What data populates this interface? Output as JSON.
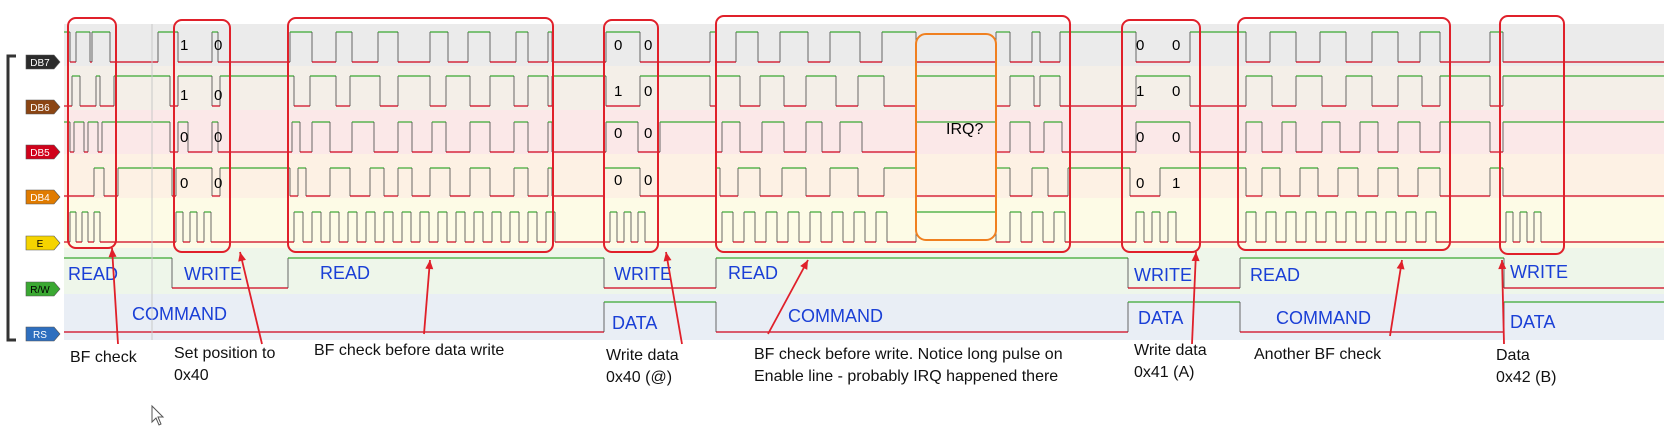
{
  "channels": [
    {
      "name": "DB7",
      "color": "#2b2b2b",
      "text_color": "#ffffff"
    },
    {
      "name": "DB6",
      "color": "#8b4513",
      "text_color": "#ffffff"
    },
    {
      "name": "DB5",
      "color": "#d0021b",
      "text_color": "#ffffff"
    },
    {
      "name": "DB4",
      "color": "#e07b00",
      "text_color": "#ffffff"
    },
    {
      "name": "E",
      "color": "#f5d400",
      "text_color": "#000000"
    },
    {
      "name": "R/W",
      "color": "#3aa832",
      "text_color": "#000000"
    },
    {
      "name": "RS",
      "color": "#2e6fbf",
      "text_color": "#ffffff"
    }
  ],
  "rw_labels": [
    "READ",
    "WRITE",
    "READ",
    "WRITE",
    "READ",
    "WRITE",
    "READ",
    "WRITE"
  ],
  "rs_labels": [
    "COMMAND",
    "DATA",
    "COMMAND",
    "DATA",
    "COMMAND",
    "DATA"
  ],
  "bits": {
    "g1": [
      "1",
      "0",
      "1",
      "0",
      "0",
      "0",
      "0",
      "0"
    ],
    "g2": [
      "0",
      "0",
      "1",
      "0",
      "0",
      "0",
      "0",
      "0"
    ],
    "g3": [
      "0",
      "0",
      "1",
      "0",
      "0",
      "0",
      "0",
      "1"
    ]
  },
  "irq_label": "IRQ?",
  "notes": [
    {
      "lines": [
        "BF check"
      ]
    },
    {
      "lines": [
        "Set position to",
        "0x40"
      ]
    },
    {
      "lines": [
        "BF check before data write"
      ]
    },
    {
      "lines": [
        "Write data",
        "0x40 (@)"
      ]
    },
    {
      "lines": [
        "BF check before write. Notice long pulse on",
        "Enable line - probably IRQ happened there"
      ]
    },
    {
      "lines": [
        "Write data",
        "0x41 (A)"
      ]
    },
    {
      "lines": [
        "Another BF check"
      ]
    },
    {
      "lines": [
        "Data",
        "0x42 (B)"
      ]
    }
  ],
  "colors": {
    "signal_high": "#3aa832",
    "signal_low": "#d0021b",
    "annotation": "#e0202a",
    "irq_box": "#f08020",
    "label_blue": "#1a3fd6"
  }
}
